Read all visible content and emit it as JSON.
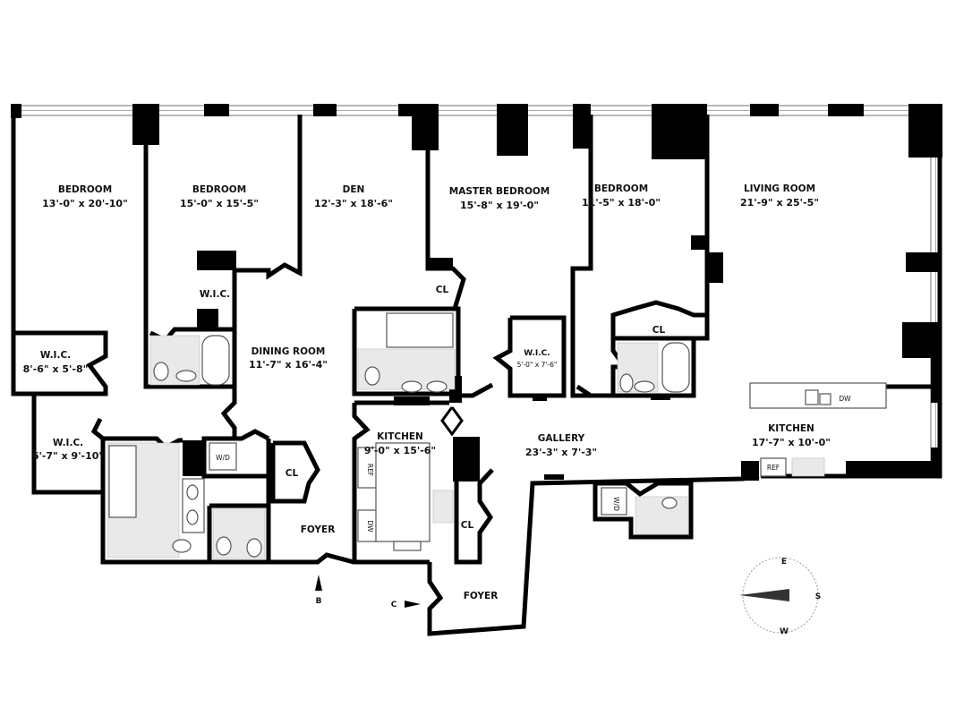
{
  "rooms": [
    {
      "name": "BEDROOM",
      "dims": "13'-0\" x 20'-10\""
    },
    {
      "name": "BEDROOM",
      "dims": "15'-0\" x 15'-5\""
    },
    {
      "name": "DEN",
      "dims": "12'-3\" x 18'-6\""
    },
    {
      "name": "MASTER BEDROOM",
      "dims": "15'-8\" x 19'-0\""
    },
    {
      "name": "BEDROOM",
      "dims": "11'-5\" x 18'-0\""
    },
    {
      "name": "LIVING ROOM",
      "dims": "21'-9\" x 25'-5\""
    },
    {
      "name": "W.I.C.",
      "dims": ""
    },
    {
      "name": "W.I.C.",
      "dims": "8'-6\" x 5'-8\""
    },
    {
      "name": "DINING ROOM",
      "dims": "11'-7\" x 16'-4\""
    },
    {
      "name": "W.I.C.",
      "dims": "5'-0\" x 7'-6\""
    },
    {
      "name": "W.I.C.",
      "dims": "6'-7\" x 9'-10\""
    },
    {
      "name": "KITCHEN",
      "dims": "9'-0\" x 15'-6\""
    },
    {
      "name": "GALLERY",
      "dims": "23'-3\" x 7'-3\""
    },
    {
      "name": "KITCHEN",
      "dims": "17'-7\" x 10'-0\""
    },
    {
      "name": "FOYER",
      "dims": ""
    },
    {
      "name": "FOYER",
      "dims": ""
    }
  ],
  "closet_label": "CL",
  "fixtures": {
    "washer_dryer": "W/D",
    "refrigerator": "REF",
    "dishwasher": "DW"
  },
  "entries": {
    "b": "B",
    "c": "C"
  },
  "compass": {
    "e": "E",
    "s": "S",
    "w": "W"
  }
}
